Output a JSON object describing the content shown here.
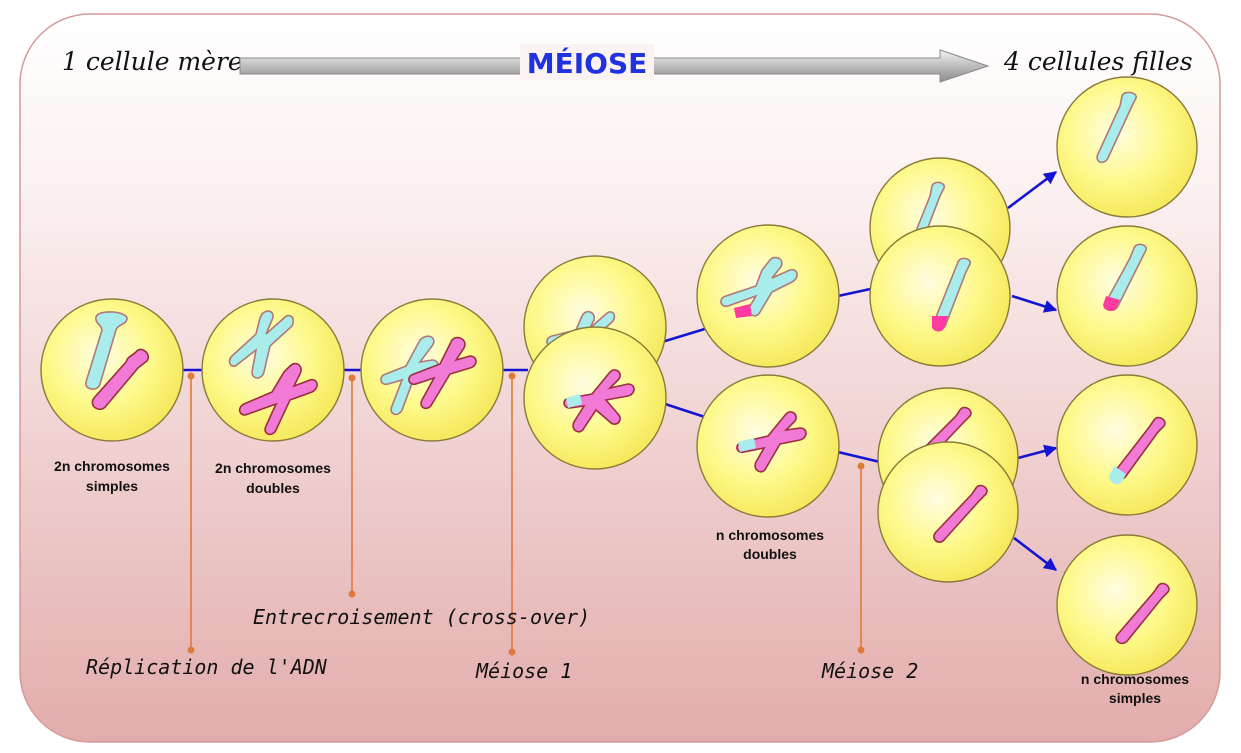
{
  "header": {
    "left_label": "1 cellule mère",
    "title": "MÉIOSE",
    "right_label": "4 cellules filles"
  },
  "cell_labels": {
    "label_1_line1": "2n chromosomes",
    "label_1_line2": "simples",
    "label_2_line1": "2n chromosomes",
    "label_2_line2": "doubles",
    "label_3_line1": "n chromosomes",
    "label_3_line2": "doubles",
    "label_4_line1": "n chromosomes",
    "label_4_line2": "simples"
  },
  "stages": {
    "replication": "Réplication de l'ADN",
    "crossover": "Entrecroisement (cross-over)",
    "meiosis1": "Méiose 1",
    "meiosis2": "Méiose 2"
  },
  "colors": {
    "cell_fill": "#fdf98a",
    "chromosome_a": "#a9ecec",
    "chromosome_b": "#f07ad6",
    "title": "#1e32e0",
    "connector": "#1414d2",
    "callout": "#e07a3a"
  }
}
